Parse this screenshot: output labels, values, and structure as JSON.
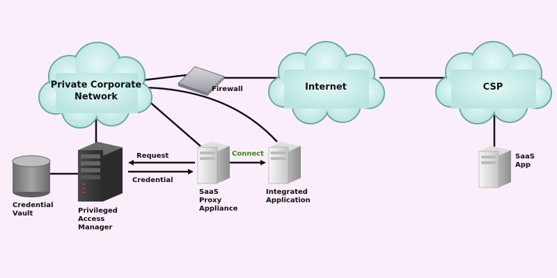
{
  "nodes": {
    "private_network": {
      "line1": "Private Corporate",
      "line2": "Network"
    },
    "internet": {
      "label": "Internet"
    },
    "csp": {
      "label": "CSP"
    },
    "firewall": {
      "label": "Firewall"
    },
    "credential_vault": {
      "line1": "Credential",
      "line2": "Vault"
    },
    "pam": {
      "line1": "Privileged",
      "line2": "Access",
      "line3": "Manager"
    },
    "saas_proxy": {
      "line1": "SaaS",
      "line2": "Proxy",
      "line3": "Appliance"
    },
    "integrated_app": {
      "line1": "Integrated",
      "line2": "Application"
    },
    "saas_app": {
      "line1": "SaaS",
      "line2": "App"
    }
  },
  "edges": {
    "request": "Request",
    "credential": "Credential",
    "connect": "Connect"
  },
  "colors": {
    "background": "#fbeefb",
    "cloud_fill": "#cfeeec",
    "cloud_stroke": "#6aa7a6",
    "connect_label": "#2f8a12",
    "line": "#111111"
  }
}
